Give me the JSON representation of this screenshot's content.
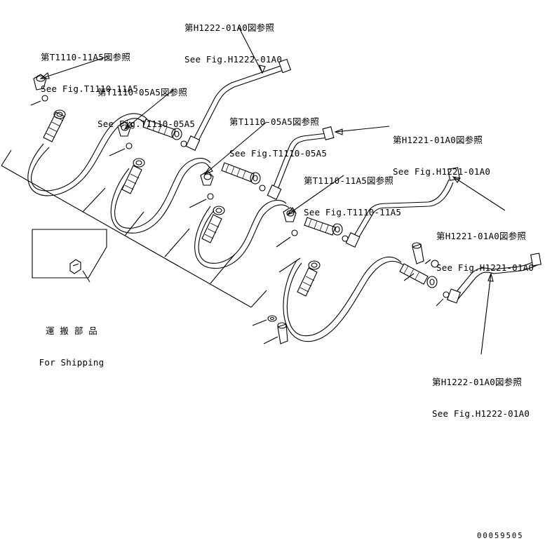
{
  "callouts": [
    {
      "jp": "第T1110-11A5図参照",
      "en": "See Fig.T1110-11A5"
    },
    {
      "jp": "第H1222-01A0図参照",
      "en": "See Fig.H1222-01A0"
    },
    {
      "jp": "第T1110-05A5図参照",
      "en": "See Fig.T1110-05A5"
    },
    {
      "jp": "第T1110-05A5図参照",
      "en": "See Fig.T1110-05A5"
    },
    {
      "jp": "第H1221-01A0図参照",
      "en": "See Fig.H1221-01A0"
    },
    {
      "jp": "第T1110-11A5図参照",
      "en": "See Fig.T1110-11A5"
    },
    {
      "jp": "第H1221-01A0図参照",
      "en": "See Fig.H1221-01A0"
    },
    {
      "jp": "第H1222-01A0図参照",
      "en": "See Fig.H1222-01A0"
    }
  ],
  "shipping": {
    "jp": "運 搬 部 品",
    "en": "For Shipping"
  },
  "drawing_code": "00059505"
}
